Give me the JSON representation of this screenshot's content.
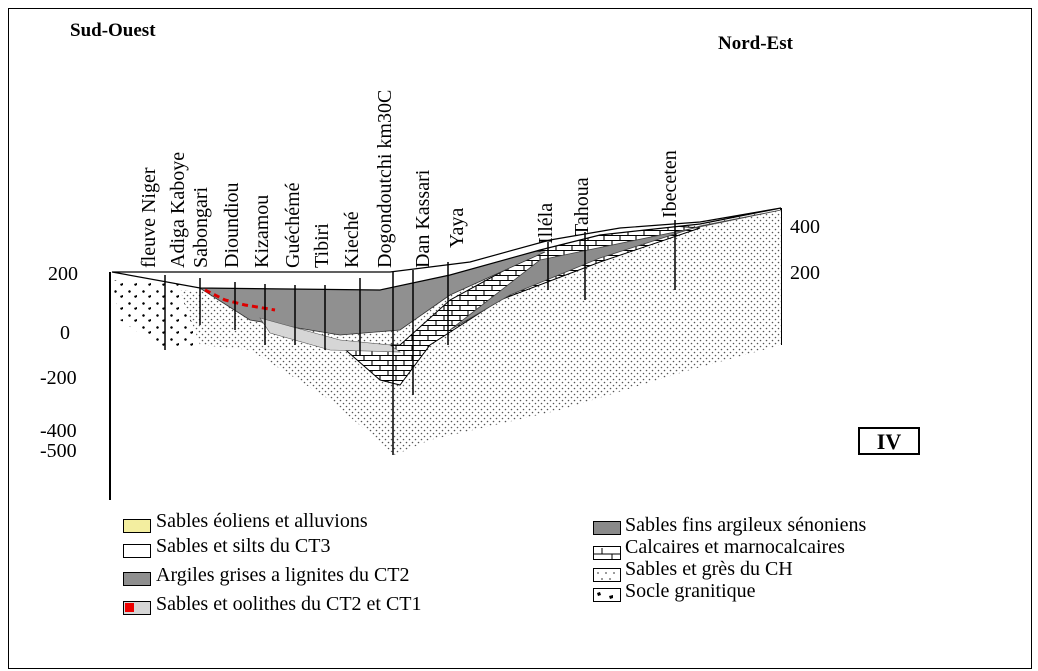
{
  "header": {
    "left": "Sud-Ouest",
    "right": "Nord-Est"
  },
  "localities": [
    "fleuve Niger",
    "Adiga Kaboye",
    "Sabongari",
    "Dioundiou",
    "Kizamou",
    "Guéchémé",
    "Tibiri",
    "Kieché",
    "Dogondoutchi km30C",
    "Dan Kassari",
    "Yaya",
    "Illéla",
    "Tahoua",
    "Ibeceten"
  ],
  "left_axis": [
    "200",
    "0",
    "-200",
    "-400",
    "-500"
  ],
  "right_axis": [
    "400",
    "200"
  ],
  "section_label": "IV",
  "legend_left": [
    {
      "label": "Sables éoliens et alluvions",
      "color": "#f3eea0"
    },
    {
      "label": "Sables et silts du CT3",
      "color": "#ffffff"
    },
    {
      "label": "Argiles grises a lignites du CT2",
      "color": "#8f8f8f"
    },
    {
      "label": "Sables et oolithes du CT2 et CT1",
      "color": "#d6d6d6"
    }
  ],
  "legend_right": [
    {
      "label": "Sables fins argileux sénoniens",
      "color": "#8a8a8a"
    },
    {
      "label": "Calcaires et marnocalcaires",
      "color": "#ffffff"
    },
    {
      "label": "Sables et grès du CH",
      "color": "#ffffff"
    },
    {
      "label": "Socle granitique",
      "color": "#ffffff"
    }
  ]
}
